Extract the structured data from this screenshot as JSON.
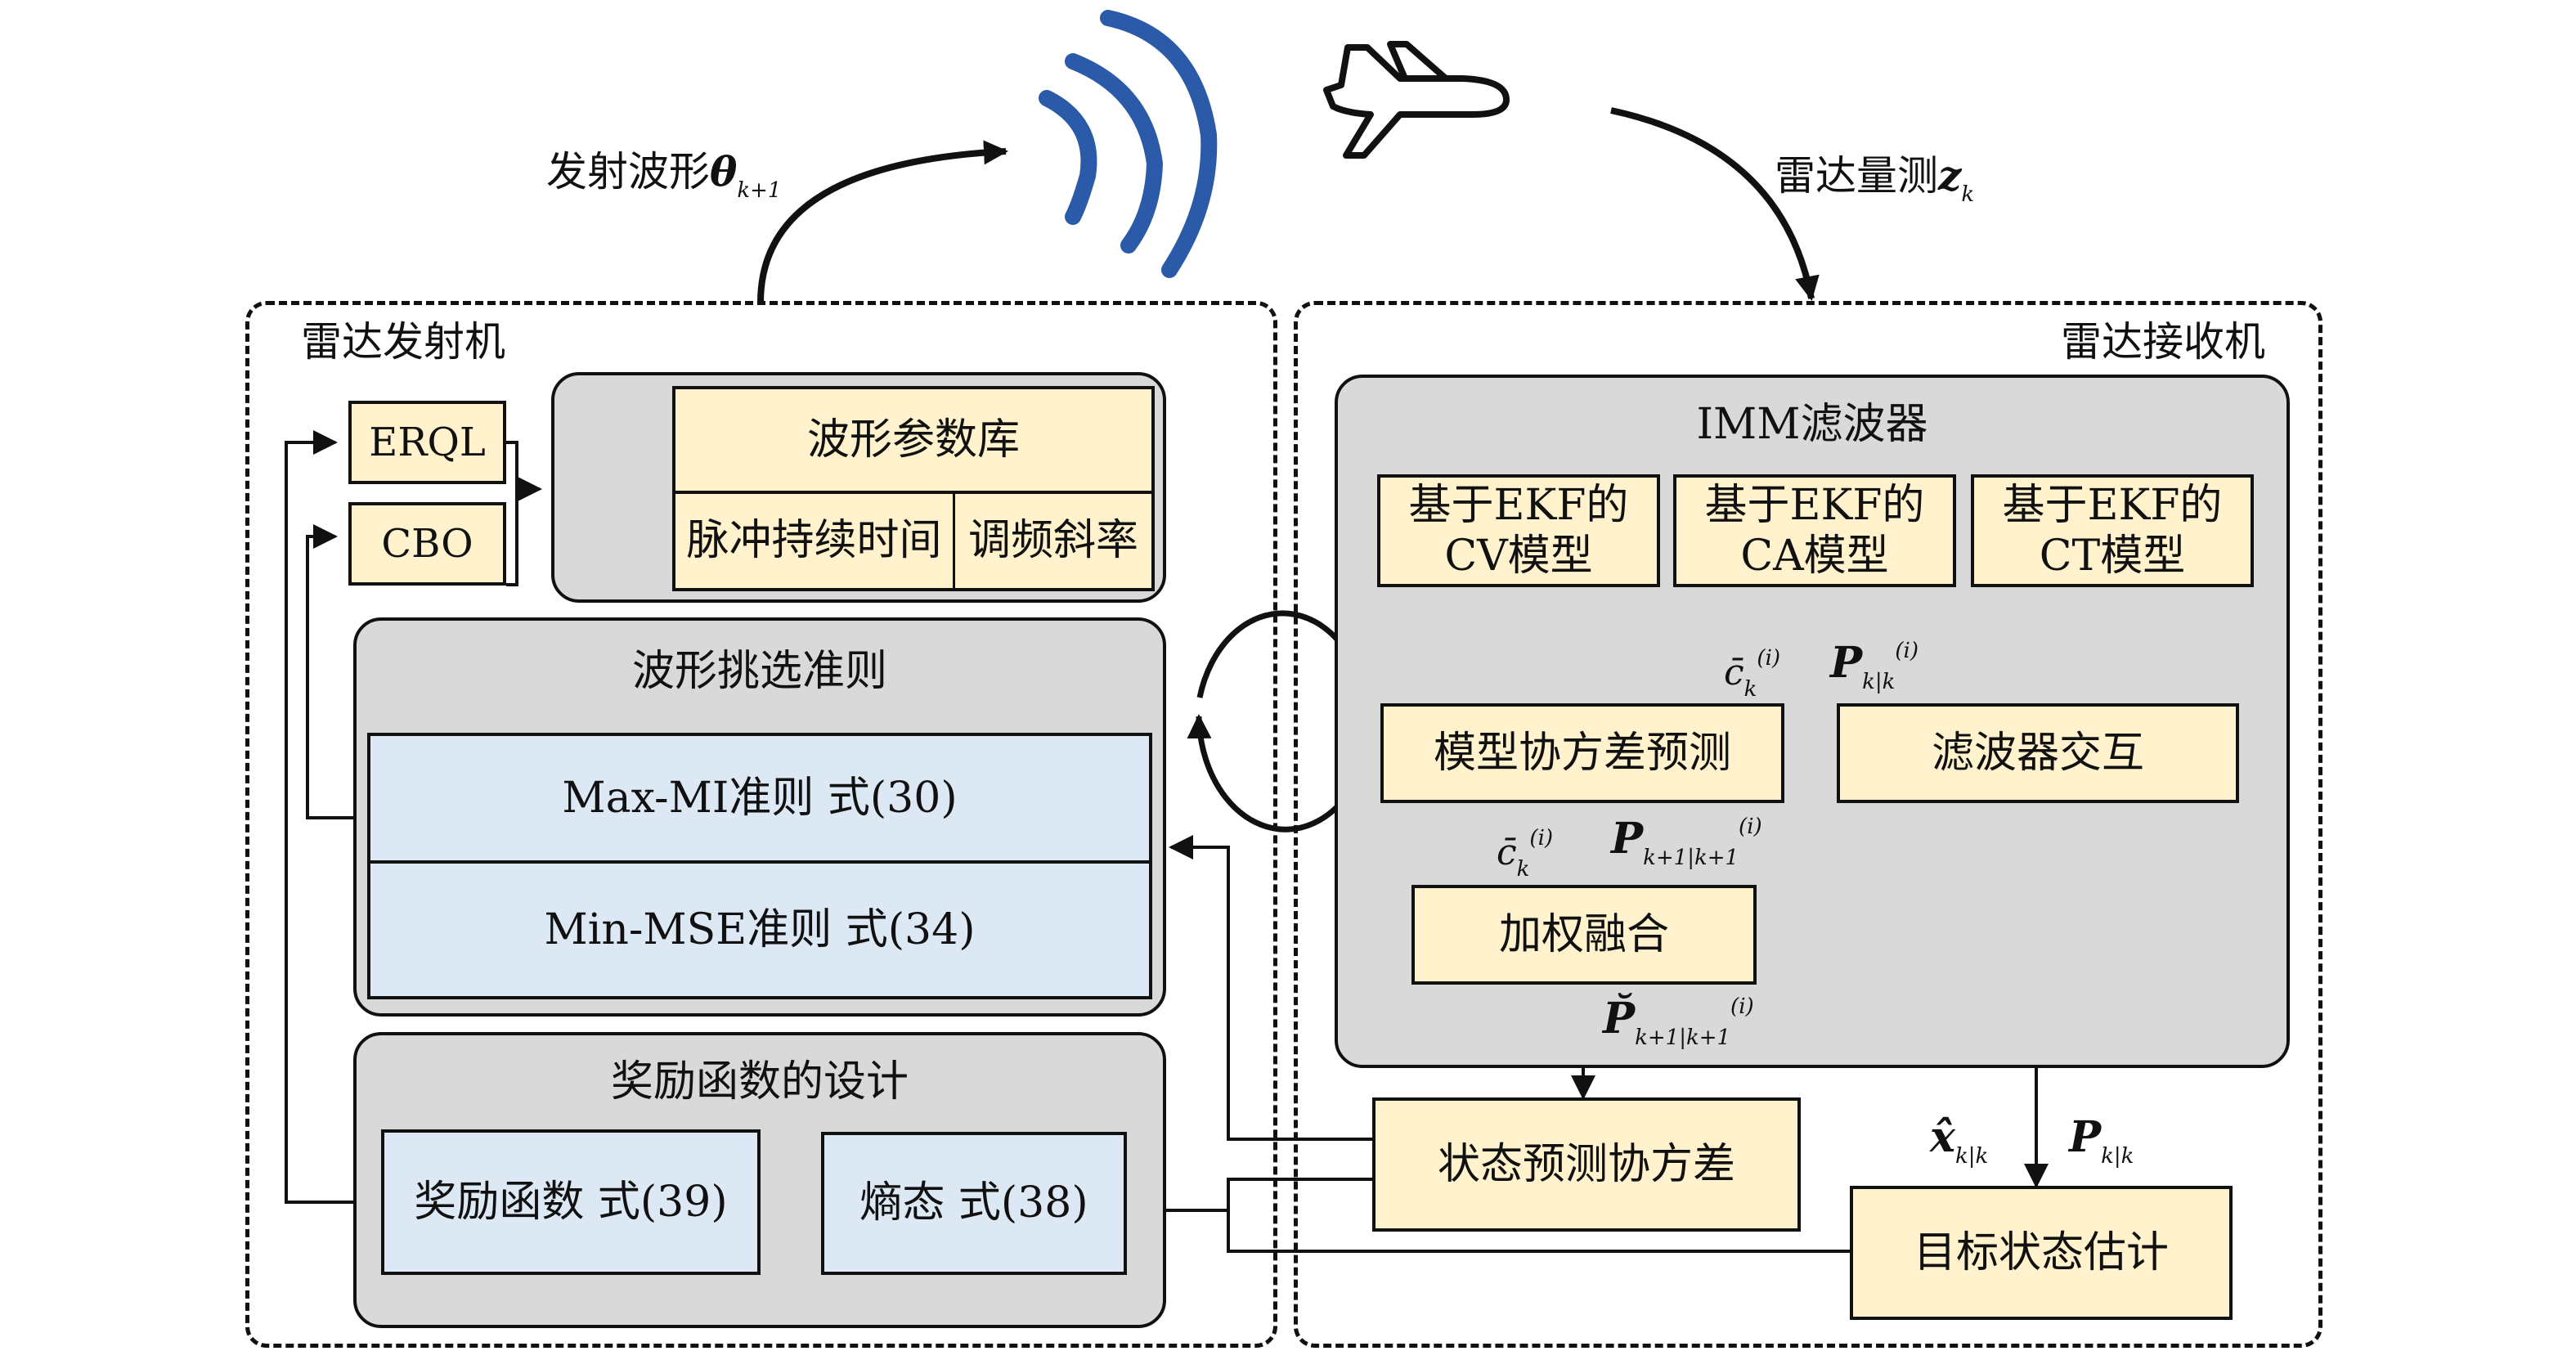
{
  "top": {
    "transmit_label": "发射波形",
    "transmit_symbol": "θ",
    "transmit_sub": "k+1",
    "measure_label": "雷达量测",
    "measure_symbol": "z",
    "measure_sub": "k",
    "wave_color": "#2b5aa8"
  },
  "transmitter": {
    "title": "雷达发射机",
    "erql": "ERQL",
    "cbo": "CBO",
    "library": {
      "title": "波形参数库",
      "param1": "脉冲持续时间",
      "param2": "调频斜率"
    },
    "criteria": {
      "title": "波形挑选准则",
      "item1": "Max-MI准则  式(30)",
      "item2": "Min-MSE准则  式(34)"
    },
    "reward": {
      "title": "奖励函数的设计",
      "reward_fn": "奖励函数  式(39)",
      "entropy": "熵态  式(38)"
    }
  },
  "receiver": {
    "title": "雷达接收机",
    "imm": {
      "title": "IMM滤波器",
      "models": [
        {
          "line1": "基于EKF的",
          "line2": "CV模型"
        },
        {
          "line1": "基于EKF的",
          "line2": "CA模型"
        },
        {
          "line1": "基于EKF的",
          "line2": "CT模型"
        }
      ],
      "cov_predict": "模型协方差预测",
      "interaction": "滤波器交互",
      "fusion": "加权融合"
    },
    "state_cov": "状态预测协方差",
    "target_est": "目标状态估计"
  },
  "math_labels": {
    "c_bar": "c̄",
    "c_sub": "k",
    "c_sup": "(i)",
    "P": "P",
    "P_sub_kk": "k|k",
    "P_sup": "(i)",
    "P_sub_k1": "k+1|k+1",
    "P_breve": "P̆",
    "x_hat": "x̂",
    "x_sub": "k|k"
  },
  "colors": {
    "panel_grey": "#d9d9d9",
    "box_yellow": "#fff2cc",
    "box_blue": "#dde8f5",
    "db_fill": "#f9e3d5"
  }
}
